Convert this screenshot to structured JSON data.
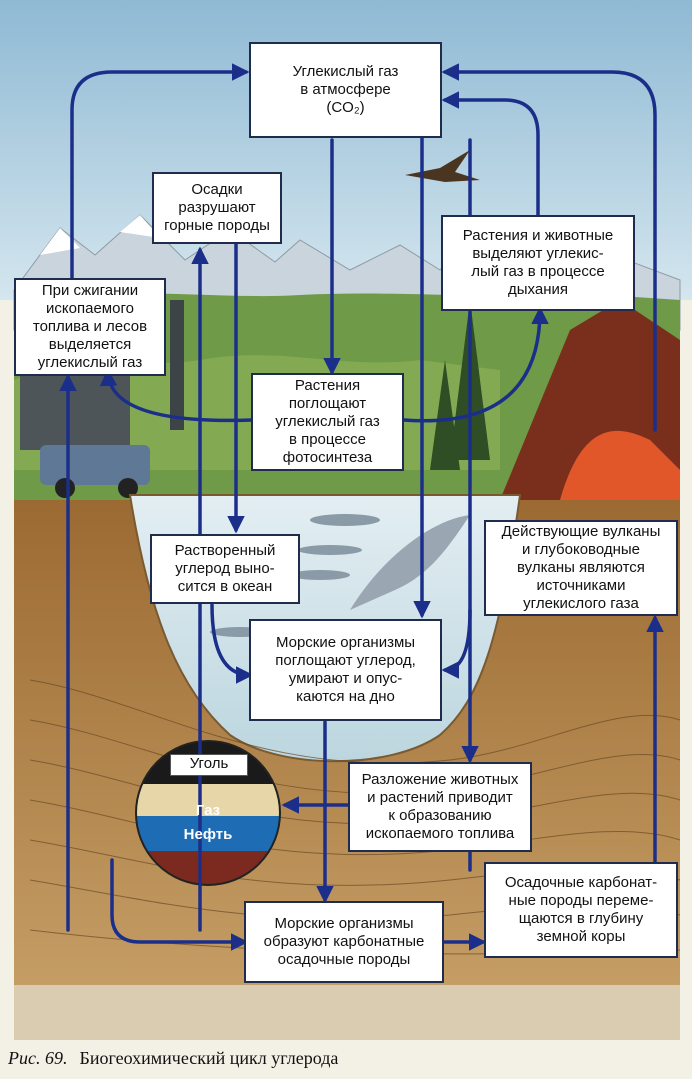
{
  "boxes": {
    "atmosphere": "Углекислый газ\nв атмосфере\n(CO₂)",
    "sediments": "Осадки\nразрушают\nгорные породы",
    "respiration": "Растения и животные\nвыделяют углекис-\nлый газ в процессе\nдыхания",
    "combustion": "При сжигании\nископаемого\nтоплива и лесов\nвыделяется\nуглекислый газ",
    "photosynthesis": "Растения\nпоглощают\nуглекислый газ\nв процессе\nфотосинтеза",
    "dissolved": "Растворенный\nуглерод выно-\nсится в океан",
    "volcanoes": "Действующие вулканы\nи глубоководные\nвулканы являются\nисточниками\nуглекислого газа",
    "marine_absorb": "Морские организмы\nпоглощают углерод,\nумирают и опус-\nкаются на дно",
    "decomposition": "Разложение животных\nи растений приводит\nк образованию\nископаемого топлива",
    "marine_carbonate": "Морские организмы\nобразуют карбонатные\nосадочные породы",
    "carbonate_rocks": "Осадочные карбонат-\nные породы переме-\nщаются в глубину\nземной коры"
  },
  "deposits": {
    "coal": "Уголь",
    "gas": "Газ",
    "oil": "Нефть"
  },
  "caption": {
    "figure": "Рис. 69.",
    "title": "Биогеохимический цикл углерода"
  },
  "colors": {
    "arrow": "#1b2f8a",
    "box_border": "#1f2c4e",
    "sky": "#a9c9dd",
    "water": "#cfe3ea",
    "soil": "#b68a4e",
    "volcano": "#7a2f1c"
  }
}
